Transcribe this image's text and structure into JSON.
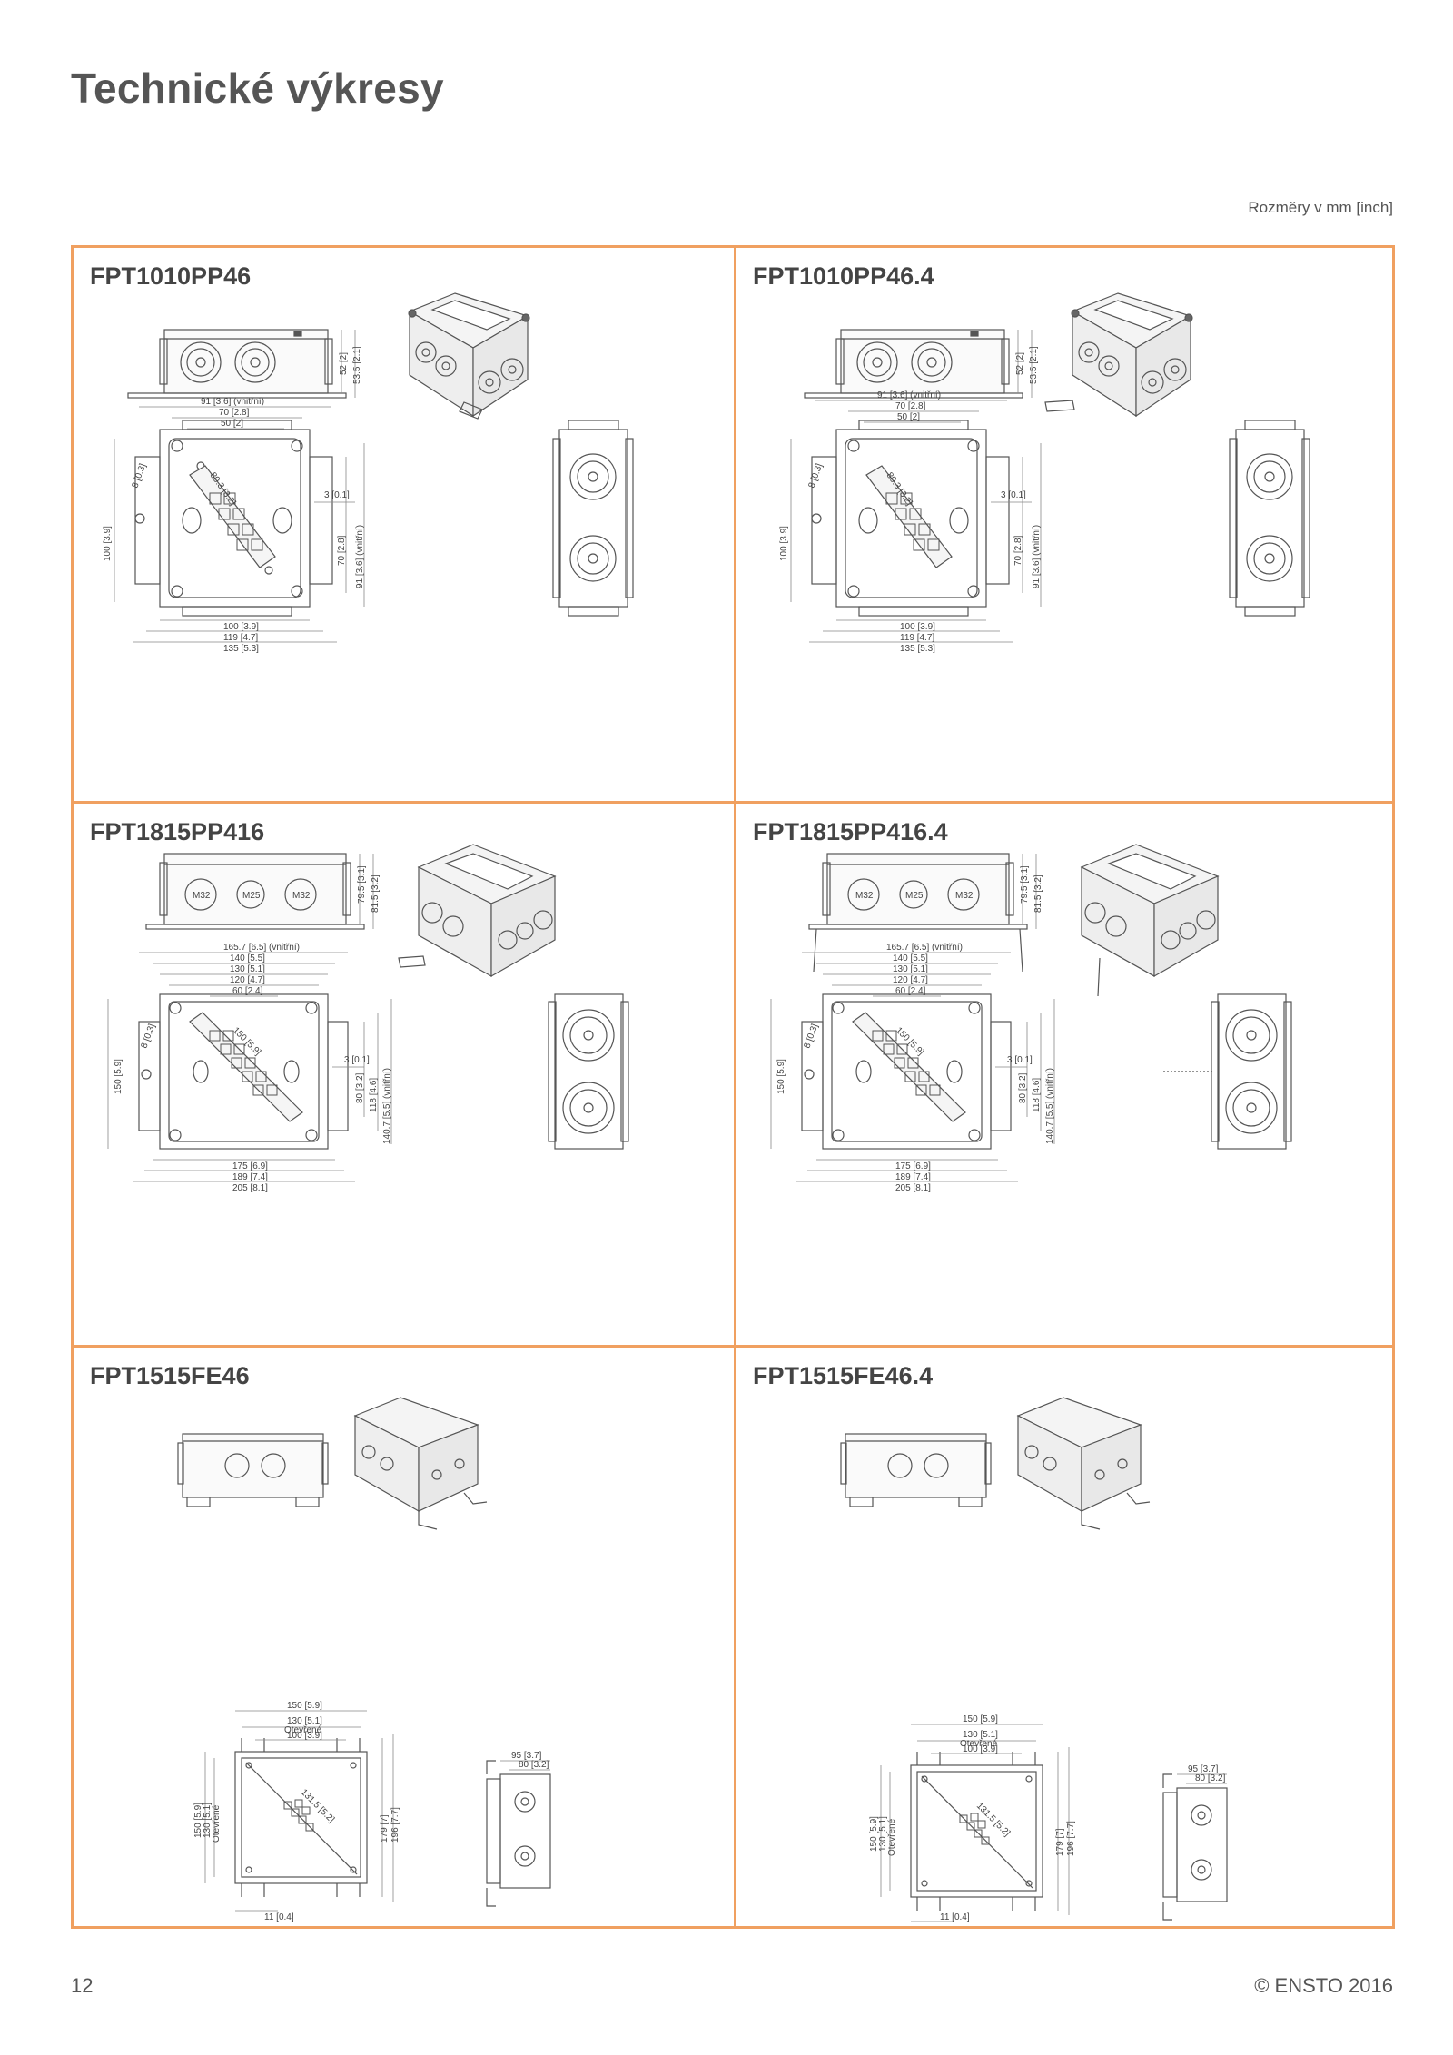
{
  "page": {
    "title": "Technické výkresy",
    "units_note": "Rozměry v mm [inch]",
    "page_number": "12",
    "copyright": "© ENSTO 2016"
  },
  "cells": [
    {
      "title": "FPT1010PP46",
      "dims": {
        "side_height_1": "52 [2]",
        "side_height_2": "53.5 [2.1]",
        "top_1": "91 [3.6] (vnitřní)",
        "top_2": "70 [2.8]",
        "top_3": "50 [2]",
        "left_height": "100 [3.9]",
        "hole": "8 [0.3]",
        "rail": "80.3 [3.2]",
        "wall": "3 [0.1]",
        "right_1": "70 [2.8]",
        "right_2": "91 [3.6] (vnitřní)",
        "bottom_1": "100 [3.9]",
        "bottom_2": "119 [4.7]",
        "bottom_3": "135 [5.3]"
      }
    },
    {
      "title": "FPT1010PP46.4",
      "dims": {
        "side_height_1": "52 [2]",
        "side_height_2": "53.5 [2.1]",
        "top_1": "91 [3.6] (vnitřní)",
        "top_2": "70 [2.8]",
        "top_3": "50 [2]",
        "left_height": "100 [3.9]",
        "hole": "8 [0.3]",
        "rail": "80.3 [3.2]",
        "wall": "3 [0.1]",
        "right_1": "70 [2.8]",
        "right_2": "91 [3.6] (vnitřní)",
        "bottom_1": "100 [3.9]",
        "bottom_2": "119 [4.7]",
        "bottom_3": "135 [5.3]"
      }
    },
    {
      "title": "FPT1815PP416",
      "dims": {
        "side_height_1": "79.5 [3.1]",
        "side_height_2": "81.5 [3.2]",
        "gland_1": "M32",
        "gland_2": "M25",
        "gland_3": "M32",
        "top_1": "165.7 [6.5] (vnitřní)",
        "top_2": "140 [5.5]",
        "top_3": "130 [5.1]",
        "top_4": "120 [4.7]",
        "top_5": "60 [2.4]",
        "left_height": "150 [5.9]",
        "hole": "8 [0.3]",
        "rail": "150 [5.9]",
        "wall": "3 [0.1]",
        "right_1": "80 [3.2]",
        "right_2": "118 [4.6]",
        "right_3": "140.7 [5.5] (vnitřní)",
        "bottom_1": "175 [6.9]",
        "bottom_2": "189 [7.4]",
        "bottom_3": "205 [8.1]"
      }
    },
    {
      "title": "FPT1815PP416.4",
      "dims": {
        "side_height_1": "79.5 [3.1]",
        "side_height_2": "81.5 [3.2]",
        "gland_1": "M32",
        "gland_2": "M25",
        "gland_3": "M32",
        "top_1": "165.7 [6.5] (vnitřní)",
        "top_2": "140 [5.5]",
        "top_3": "130 [5.1]",
        "top_4": "120 [4.7]",
        "top_5": "60 [2.4]",
        "left_height": "150 [5.9]",
        "hole": "8 [0.3]",
        "rail": "150 [5.9]",
        "wall": "3 [0.1]",
        "right_1": "80 [3.2]",
        "right_2": "118 [4.6]",
        "right_3": "140.7 [5.5] (vnitřní)",
        "bottom_1": "175 [6.9]",
        "bottom_2": "189 [7.4]",
        "bottom_3": "205 [8.1]"
      }
    },
    {
      "title": "FPT1515FE46",
      "dims": {
        "top_1": "150 [5.9]",
        "top_2": "130 [5.1]",
        "top_2_note": "Otevřené",
        "top_3": "100 [3.9]",
        "left_1": "150 [5.9]",
        "left_2": "130 [5.1]",
        "left_note": "Otevřené",
        "rail": "131.5 [5.2]",
        "right_1": "179 [7]",
        "right_2": "196 [7.7]",
        "bottom": "11 [0.4]",
        "side_1": "95 [3.7]",
        "side_2": "80 [3.2]"
      }
    },
    {
      "title": "FPT1515FE46.4",
      "dims": {
        "top_1": "150 [5.9]",
        "top_2": "130 [5.1]",
        "top_2_note": "Otevřené",
        "top_3": "100 [3.9]",
        "left_1": "150 [5.9]",
        "left_2": "130 [5.1]",
        "left_note": "Otevřené",
        "rail": "131.5 [5.2]",
        "right_1": "179 [7]",
        "right_2": "196 [7.7]",
        "bottom": "11 [0.4]",
        "side_1": "95 [3.7]",
        "side_2": "80 [3.2]"
      }
    }
  ]
}
